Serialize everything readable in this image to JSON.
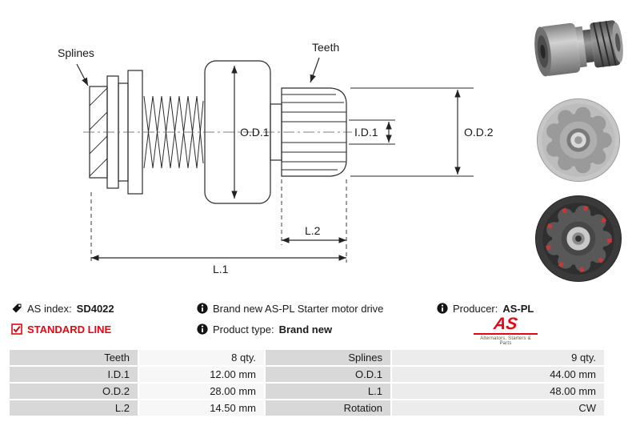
{
  "colors": {
    "accent_red": "#e30613",
    "line_color": "#2a2a2a",
    "table_label_bg": "#d8d8d8",
    "table_value_bg": "#f7f7f7",
    "table_value_alt_bg": "#ececec"
  },
  "drawing": {
    "labels": {
      "splines": "Splines",
      "teeth": "Teeth",
      "od1": "O.D.1",
      "id1": "I.D.1",
      "od2": "O.D.2",
      "l2": "L.2",
      "l1": "L.1"
    }
  },
  "photos": [
    {
      "name": "perspective-view-photo"
    },
    {
      "name": "front-view-photo"
    },
    {
      "name": "rear-view-photo"
    }
  ],
  "info": {
    "as_index": {
      "icon": "tag-icon",
      "label": "AS index:",
      "value": "SD4022"
    },
    "standard_line": {
      "icon": "checkbox-checked-icon",
      "label": "STANDARD LINE"
    },
    "description": {
      "icon": "info-icon",
      "label": "Brand new AS-PL Starter motor drive"
    },
    "product_type": {
      "icon": "info-icon",
      "label": "Product type:",
      "value": "Brand new"
    },
    "producer": {
      "icon": "info-icon",
      "label": "Producer:",
      "value": "AS-PL"
    },
    "logo": {
      "text": "AS",
      "caption": "Alternators, Starters & Parts"
    }
  },
  "spec_table": {
    "rows": [
      [
        "Teeth",
        "8 qty.",
        "Splines",
        "9 qty."
      ],
      [
        "I.D.1",
        "12.00 mm",
        "O.D.1",
        "44.00 mm"
      ],
      [
        "O.D.2",
        "28.00 mm",
        "L.1",
        "48.00 mm"
      ],
      [
        "L.2",
        "14.50 mm",
        "Rotation",
        "CW"
      ]
    ]
  }
}
